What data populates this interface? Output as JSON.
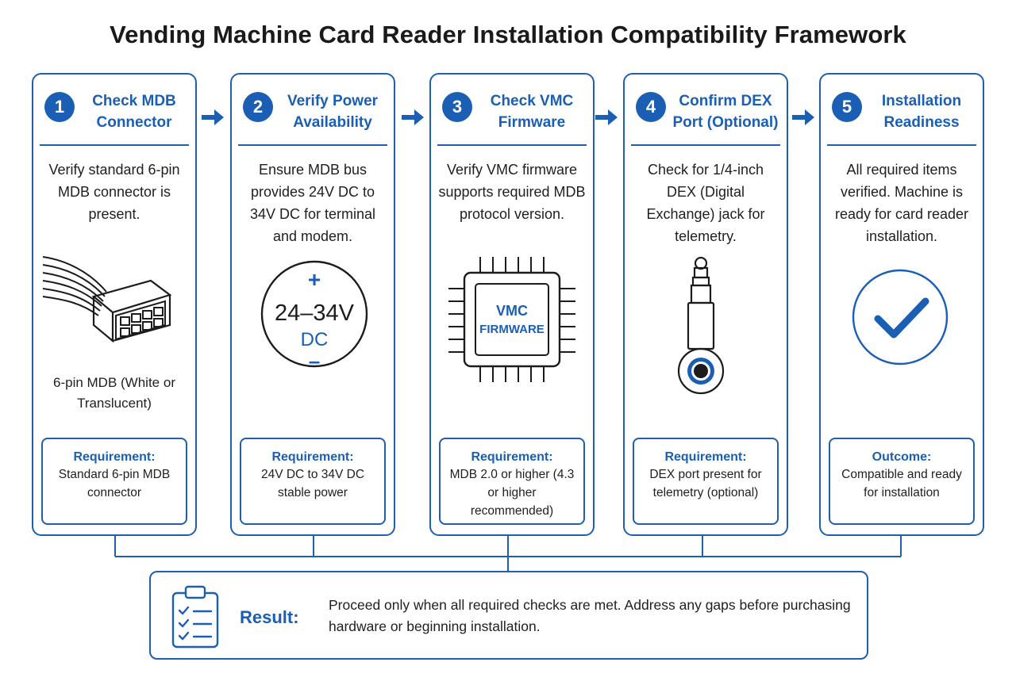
{
  "title": "Vending Machine Card Reader Installation Compatibility Framework",
  "steps": [
    {
      "number": "1",
      "title": "Check MDB Connector",
      "description": "Verify standard 6-pin MDB connector is present.",
      "icon": "mdb-connector-icon",
      "caption": "6-pin MDB (White or Translucent)",
      "box_label": "Requirement:",
      "box_text": "Standard 6-pin MDB connector"
    },
    {
      "number": "2",
      "title": "Verify Power Availability",
      "description": "Ensure MDB bus provides 24V DC to 34V DC for terminal and modem.",
      "icon": "power-dial-icon",
      "visual_plus": "+",
      "visual_value": "24–34V",
      "visual_unit": "DC",
      "visual_minus": "–",
      "box_label": "Requirement:",
      "box_text": "24V DC to 34V DC stable power"
    },
    {
      "number": "3",
      "title": "Check VMC Firmware",
      "description": "Verify VMC firmware supports required MDB protocol version.",
      "icon": "chip-icon",
      "chip_line1": "VMC",
      "chip_line2": "FIRMWARE",
      "box_label": "Requirement:",
      "box_text": "MDB 2.0 or higher (4.3 or higher recommended)"
    },
    {
      "number": "4",
      "title": "Confirm DEX Port (Optional)",
      "description": "Check for 1/4-inch DEX (Digital Exchange) jack for telemetry.",
      "icon": "audio-jack-icon",
      "box_label": "Requirement:",
      "box_text": "DEX port present for telemetry (optional)"
    },
    {
      "number": "5",
      "title": "Installation Readiness",
      "description": "All required items verified. Machine is ready for card reader installation.",
      "icon": "checkmark-circle-icon",
      "box_label": "Outcome:",
      "box_text": "Compatible and ready for installation"
    }
  ],
  "result": {
    "label": "Result:",
    "text": "Proceed only when all required checks are met. Address any gaps before purchasing hardware or beginning installation.",
    "icon": "clipboard-checklist-icon"
  },
  "colors": {
    "accent": "#1a5fb4",
    "text": "#1f1f1f",
    "background": "#ffffff"
  }
}
